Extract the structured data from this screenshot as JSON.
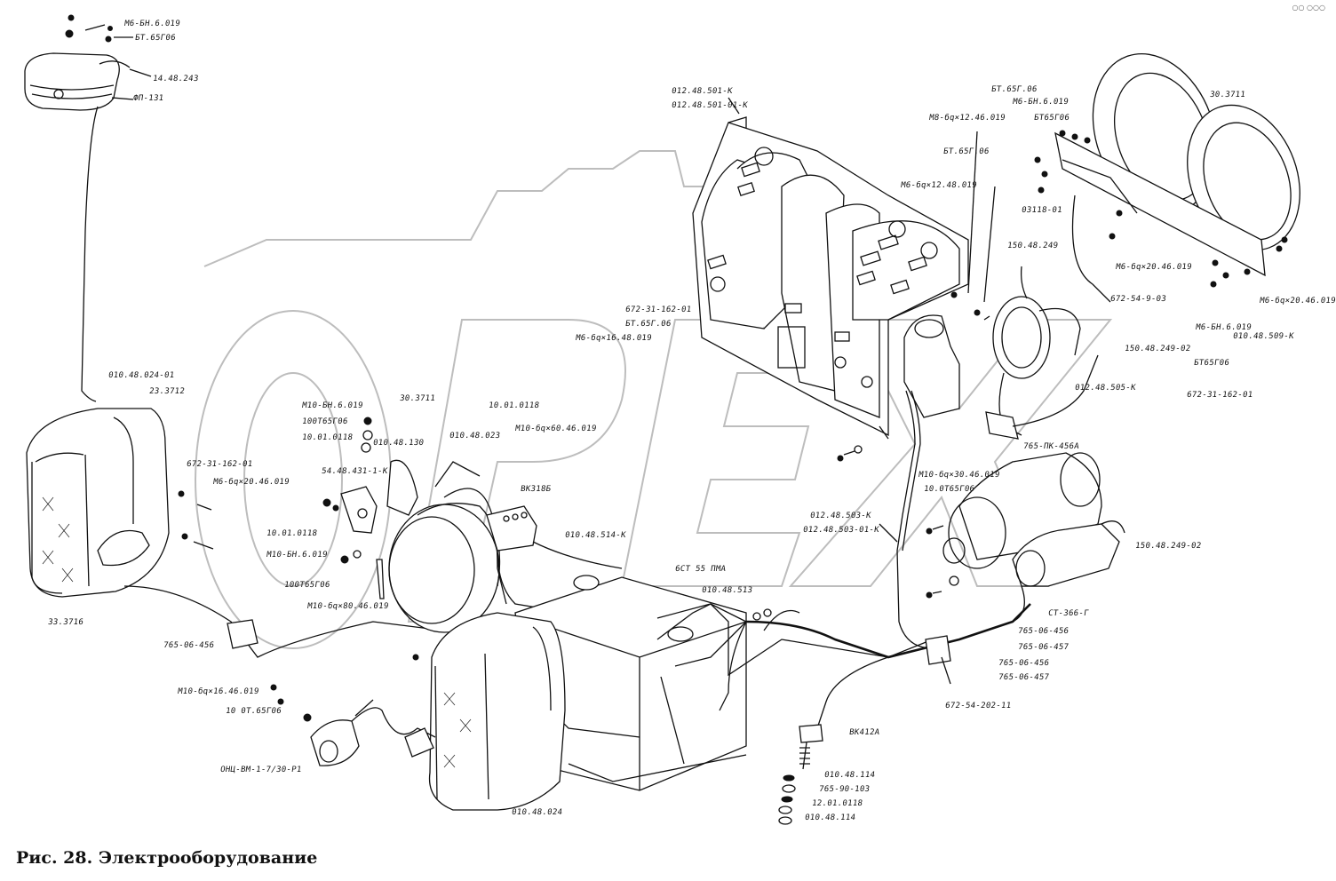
{
  "caption": "Рис. 28. Электрооборудование",
  "corner_mark": "○○ ○○○",
  "watermark": "OPEX",
  "labels": {
    "l_m6bn6": "М6-БН.6.019",
    "l_bt65g06_top": "БТ.65Г06",
    "l_14_48_243": "14.48.243",
    "l_fp131": "ФП-131",
    "l_010_48_024_01": "010.48.024-01",
    "l_23_3712": "23.3712",
    "l_33_3716": "33.3716",
    "l_765_06_456_left": "765-06-456",
    "l_672_31_162_01_left": "672-31-162-01",
    "l_m6_20_46": "М6-бq×20.46.019",
    "l_m10bn6_a": "М10-БН.6.019",
    "l_100t65g06_a": "100Т65Г06",
    "l_10_01_0118_a": "10.01.0118",
    "l_010_48_130": "010.48.130",
    "l_54_48_431": "54.48.431-1-К",
    "l_30_3711_center": "30.3711",
    "l_010_48_023": "010.48.023",
    "l_10_01_0118_b": "10.01.0118",
    "l_m10_60_46": "М10-бq×60.46.019",
    "l_vk318b": "ВК318Б",
    "l_10_01_0118_c": "10.01.0118",
    "l_m10bn6_b": "М10-БН.6.019",
    "l_100t65g06_b": "100Т65Г06",
    "l_m10_80_46": "М10-бq×80.46.019",
    "l_010_48_514": "010.48.514-К",
    "l_6st55": "6СТ 55 ПМА",
    "l_010_48_513": "010.48.513",
    "l_m10_16_46": "М10-бq×16.46.019",
    "l_10_0t65g06": "10 0Т.65Г06",
    "l_onc": "ОНЦ-ВМ-1-7/30-Р1",
    "l_010_48_024": "010.48.024",
    "l_672_31_162_01_mid": "672-31-162-01",
    "l_bt65g06_mid": "БТ.65Г.06",
    "l_m6_16_48": "М6-бq×16.48.019",
    "l_012_48_501": "012.48.501-К",
    "l_012_48_501_01": "012.48.501-01-К",
    "l_bt65g06_right": "БТ.65Г.06",
    "l_m8_12_46": "М8-бq×12.46.019",
    "l_bt65g06_r2": "БТ.65Г.06",
    "l_m6_12_48": "М6-бq×12.48.019",
    "l_m6bn6_right": "М6-БН.6.019",
    "l_bt65g06_r3": "БТ65Г06",
    "l_03118_01": "03118-01",
    "l_30_3711_right": "30.3711",
    "l_150_48_249": "150.48.249",
    "l_m6_20_46_right": "М6-бq×20.46.019",
    "l_672_54_9_03": "672-54-9-03",
    "l_m6_20_46_r2": "М6-бq×20.46.019",
    "l_150_48_249_02_a": "150.48.249-02",
    "l_012_48_505": "012.48.505-К",
    "l_m6bn6_r3": "М6-БН.6.019",
    "l_010_48_509": "010.48.509-К",
    "l_bt65g06_r4": "БТ65Г06",
    "l_672_31_162_01_right": "672-31-162-01",
    "l_765_pk_456a": "765-ПК-456А",
    "l_m10_30_46": "М10-бq×30.46.019",
    "l_10_0t65g06_r": "10.0Т65Г06",
    "l_012_48_503": "012.48.503-К",
    "l_012_48_503_01": "012.48.503-01-К",
    "l_150_48_249_02_b": "150.48.249-02",
    "l_st366": "СТ-366-Г",
    "l_765_06_456_a": "765-06-456",
    "l_765_06_457_a": "765-06-457",
    "l_765_06_456_b": "765-06-456",
    "l_765_06_457_b": "765-06-457",
    "l_672_54_202": "672-54-202-11",
    "l_vk412a": "ВК412А",
    "l_010_48_114_a": "010.48.114",
    "l_765_90_103": "765-90-103",
    "l_12_01_0118": "12.01.0118",
    "l_010_48_114_b": "010.48.114"
  }
}
